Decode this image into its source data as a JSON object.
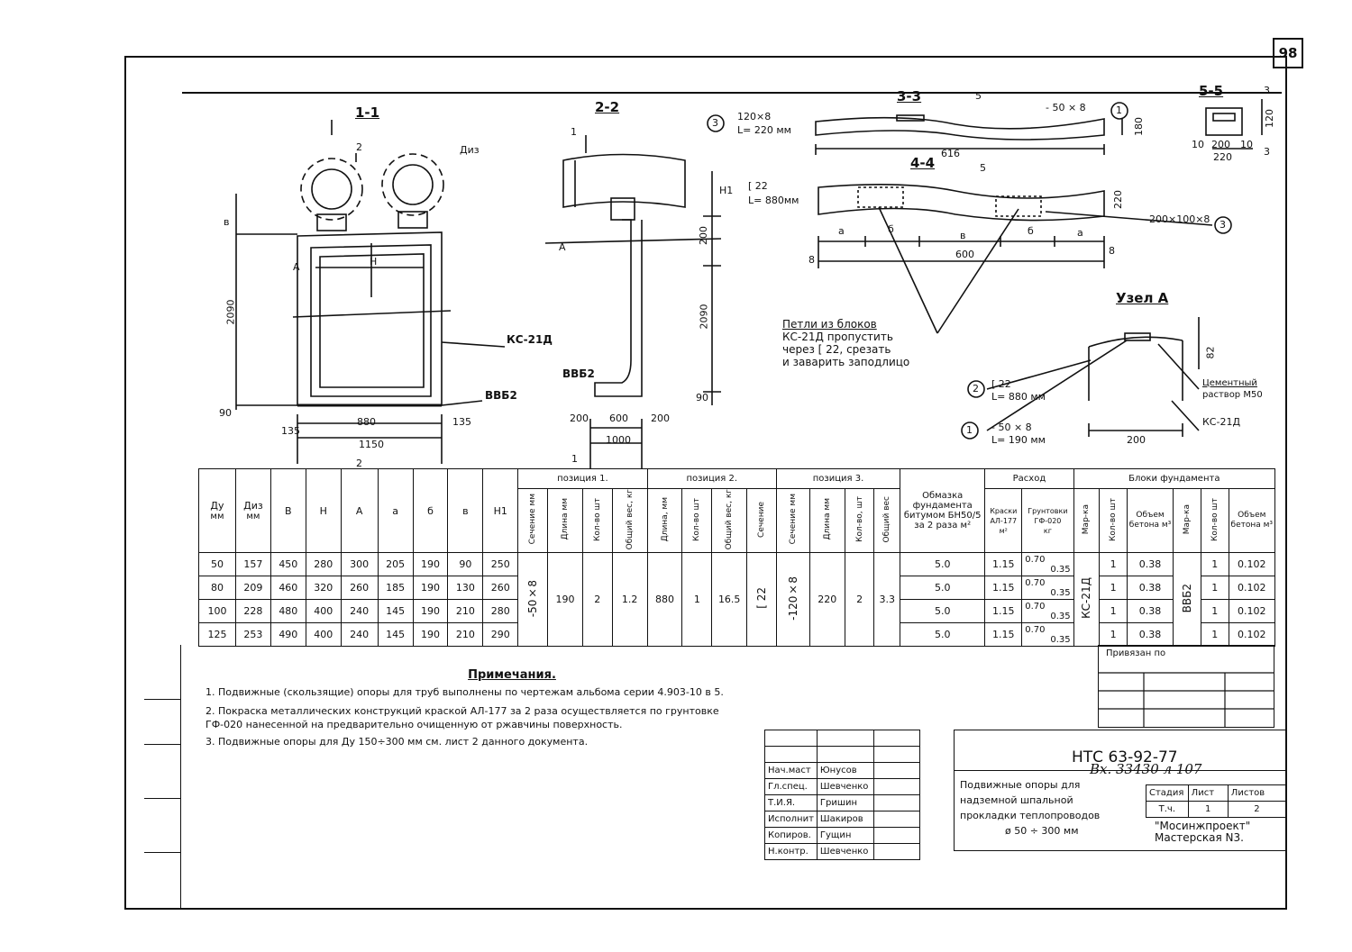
{
  "sheet": {
    "page_number": "98"
  },
  "sections": {
    "s11": "1-1",
    "s22": "2-2",
    "s33": "3-3",
    "s44": "4-4",
    "s55": "5-5",
    "node": "Узел А"
  },
  "drawing_labels": {
    "diz": "Диз",
    "ks21": "КС-21Д",
    "vvb2_a": "ВВБ2",
    "vvb2_b": "ВВБ2",
    "b_lbl": "в",
    "h_lbl": "Н",
    "a_lbl": "А",
    "d2090_a": "2090",
    "d90_a": "90",
    "d135_a": "135",
    "d880": "880",
    "d135_b": "135",
    "d1150": "1150",
    "d2_top": "2",
    "d2_bottom": "2",
    "d1_top": "1",
    "d1_bottom": "1",
    "h1": "Н1",
    "d200_v": "200",
    "d2090_b": "2090",
    "d90_b": "90",
    "d200_l": "200",
    "d600": "600",
    "d200_r": "200",
    "d1000": "1000",
    "pos3_num": "3",
    "pos3_size": "120×8",
    "pos3_len": "L= 220 мм",
    "sec33_5": "5",
    "strip_50x8": "- 50 × 8",
    "pos1_num": "1",
    "d616": "616",
    "d180": "180",
    "pos2_size": "[ 22",
    "pos2_len": "L= 880мм",
    "sec44_5": "5",
    "d220": "220",
    "pos3b_size": "200×100×8",
    "pos3b_num": "3",
    "dim_a1": "а",
    "dim_b1": "б",
    "dim_v": "в",
    "dim_b2": "б",
    "dim_a2": "а",
    "d8_l": "8",
    "d600b": "600",
    "d8_r": "8",
    "s55_3a": "3",
    "s55_120": "120",
    "s55_10a": "10",
    "s55_200": "200",
    "s55_10b": "10",
    "s55_220": "220",
    "s55_3b": "3",
    "loops_1": "Петли из блоков",
    "loops_2": "КС-21Д пропустить",
    "loops_3": "через [ 22, срезать",
    "loops_4": "и заварить заподлицо",
    "node_2num": "2",
    "node_c22": "[ 22",
    "node_l880": "L= 880 мм",
    "node_1num": "1",
    "node_strip": "- 50 × 8",
    "node_l190": "L= 190 мм",
    "node_82": "82",
    "node_cement1": "Цементный",
    "node_cement2": "раствор М50",
    "node_ks": "КС-21Д",
    "node_200": "200"
  },
  "table": {
    "hdr": {
      "du": "Ду",
      "du_u": "мм",
      "diz": "Диз",
      "diz_u": "мм",
      "b": "В",
      "h": "Н",
      "a": "А",
      "ca": "а",
      "cb": "б",
      "cv": "в",
      "h1": "Н1",
      "pos1": "позиция 1.",
      "pos2": "позиция 2.",
      "pos3": "позиция 3.",
      "sechenie": "Сечение мм",
      "dlina": "Длина мм",
      "kolvo": "Кол-во шт",
      "obsh_ves": "Общий вес, кг",
      "p2_dlina": "Длина, мм",
      "p2_kolvo": "Кол-во шт",
      "p2_ves": "Общий вес, кг",
      "p2_sech": "Сечение",
      "p3_sech": "Сечение мм",
      "p3_dlina": "Длина мм",
      "p3_kolvo": "Кол-во, шт",
      "p3_ves": "Общий вес",
      "obmazka": "Обмазка фундамента битумом БН50/5 за 2 раза м²",
      "rashod": "Расход",
      "kraski": "Краски АЛ-177",
      "grunt": "Грунтовки ГФ-020",
      "m2": "м²",
      "kg": "кг",
      "bloki": "Блоки фундамента",
      "marka1": "Мар-ка",
      "kol1": "Кол-во шт",
      "obem1": "Объем бетона м³",
      "marka2": "Мар-ка",
      "kol2": "Кол-во шт",
      "obem2": "Объем бетона м³"
    },
    "rows": [
      {
        "du": "50",
        "diz": "157",
        "b": "450",
        "h": "280",
        "a": "300",
        "ca": "205",
        "cb": "190",
        "cv": "90",
        "h1": "250",
        "obm": "5.0",
        "kr": "1.15",
        "gr1": "0.70",
        "gr2": "0.35",
        "k1": "1",
        "v1": "0.38",
        "k2": "1",
        "v2": "0.102"
      },
      {
        "du": "80",
        "diz": "209",
        "b": "460",
        "h": "320",
        "a": "260",
        "ca": "185",
        "cb": "190",
        "cv": "130",
        "h1": "260",
        "obm": "5.0",
        "kr": "1.15",
        "gr1": "0.70",
        "gr2": "0.35",
        "k1": "1",
        "v1": "0.38",
        "k2": "1",
        "v2": "0.102"
      },
      {
        "du": "100",
        "diz": "228",
        "b": "480",
        "h": "400",
        "a": "240",
        "ca": "145",
        "cb": "190",
        "cv": "210",
        "h1": "280",
        "obm": "5.0",
        "kr": "1.15",
        "gr1": "0.70",
        "gr2": "0.35",
        "k1": "1",
        "v1": "0.38",
        "k2": "1",
        "v2": "0.102"
      },
      {
        "du": "125",
        "diz": "253",
        "b": "490",
        "h": "400",
        "a": "240",
        "ca": "145",
        "cb": "190",
        "cv": "210",
        "h1": "290",
        "obm": "5.0",
        "kr": "1.15",
        "gr1": "0.70",
        "gr2": "0.35",
        "k1": "1",
        "v1": "0.38",
        "k2": "1",
        "v2": "0.102"
      }
    ],
    "merged": {
      "p1_sech": "-50×8",
      "p1_len": "190",
      "p1_qty": "2",
      "p1_wt": "1.2",
      "p2_len": "880",
      "p2_qty": "1",
      "p2_wt": "16.5",
      "p2_sech": "[ 22",
      "p3_sech": "-120×8",
      "p3_len": "220",
      "p3_qty": "2",
      "p3_wt": "3.3",
      "marka1": "КС-21Д",
      "marka2": "ВВБ2"
    }
  },
  "bound": {
    "caption": "Привязан по"
  },
  "notes": {
    "title": "Примечания.",
    "n1": "1. Подвижные (скользящие) опоры для труб выполнены по чертежам альбома серии 4.903-10 в 5.",
    "n2": "2. Покраска металлических конструкций краской АЛ-177 за 2 раза осуществляется по грунтовке ГФ-020 нанесенной на предварительно очищенную от ржавчины поверхность.",
    "n3": "3. Подвижные опоры для Ду 150÷300 мм см. лист 2 данного документа."
  },
  "stamp": {
    "doc_code": "НТС 63-92-77",
    "inv": "Вх. 33430 л 107",
    "people": [
      {
        "role": "Нач.маст",
        "name": "Юнусов"
      },
      {
        "role": "Гл.спец.",
        "name": "Шевченко"
      },
      {
        "role": "Т.И.Я.",
        "name": "Гришин"
      },
      {
        "role": "Исполнит",
        "name": "Шакиров"
      },
      {
        "role": "Копиров.",
        "name": "Гущин"
      },
      {
        "role": "Н.контр.",
        "name": "Шевченко"
      }
    ],
    "title1": "Подвижные опоры для",
    "title2": "надземной шпальной",
    "title3": "прокладки теплопроводов",
    "title4": "ø 50 ÷ 300 мм",
    "stage_h": "Стадия",
    "sheet_h": "Лист",
    "sheets_h": "Листов",
    "stage": "Т.ч.",
    "sheet": "1",
    "sheets": "2",
    "org1": "\"Мосинжпроект\"",
    "org2": "Мастерская N3."
  }
}
